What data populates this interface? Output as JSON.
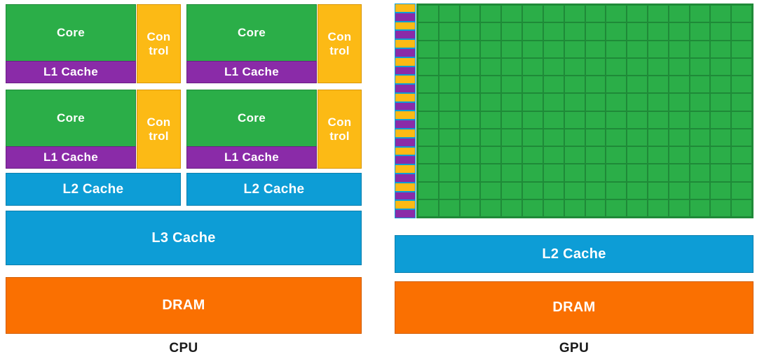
{
  "diagram": {
    "title_hidden": "CPU vs GPU architecture block diagram",
    "colors": {
      "core_green": "#2bae48",
      "control_orange": "#fcba15",
      "l1_purple": "#8a2ba8",
      "cache_blue": "#0d9dd6",
      "dram_orange": "#fa7001",
      "background": "#ffffff",
      "label_text": "#1a1a1a"
    }
  },
  "cpu": {
    "label": "CPU",
    "cores": [
      {
        "core_label": "Core",
        "control_label": "Con\ntrol",
        "l1_label": "L1 Cache"
      },
      {
        "core_label": "Core",
        "control_label": "Con\ntrol",
        "l1_label": "L1 Cache"
      },
      {
        "core_label": "Core",
        "control_label": "Con\ntrol",
        "l1_label": "L1 Cache"
      },
      {
        "core_label": "Core",
        "control_label": "Con\ntrol",
        "l1_label": "L1 Cache"
      }
    ],
    "core_count": 4,
    "l2_caches": [
      {
        "label": "L2 Cache"
      },
      {
        "label": "L2 Cache"
      }
    ],
    "l3_cache": {
      "label": "L3 Cache"
    },
    "dram": {
      "label": "DRAM"
    }
  },
  "gpu": {
    "label": "GPU",
    "strip": {
      "row_count": 12,
      "control_label": "",
      "l1_label": ""
    },
    "core_grid": {
      "rows": 12,
      "cols": 16,
      "cell_count": 192
    },
    "l2_cache": {
      "label": "L2 Cache"
    },
    "dram": {
      "label": "DRAM"
    }
  }
}
